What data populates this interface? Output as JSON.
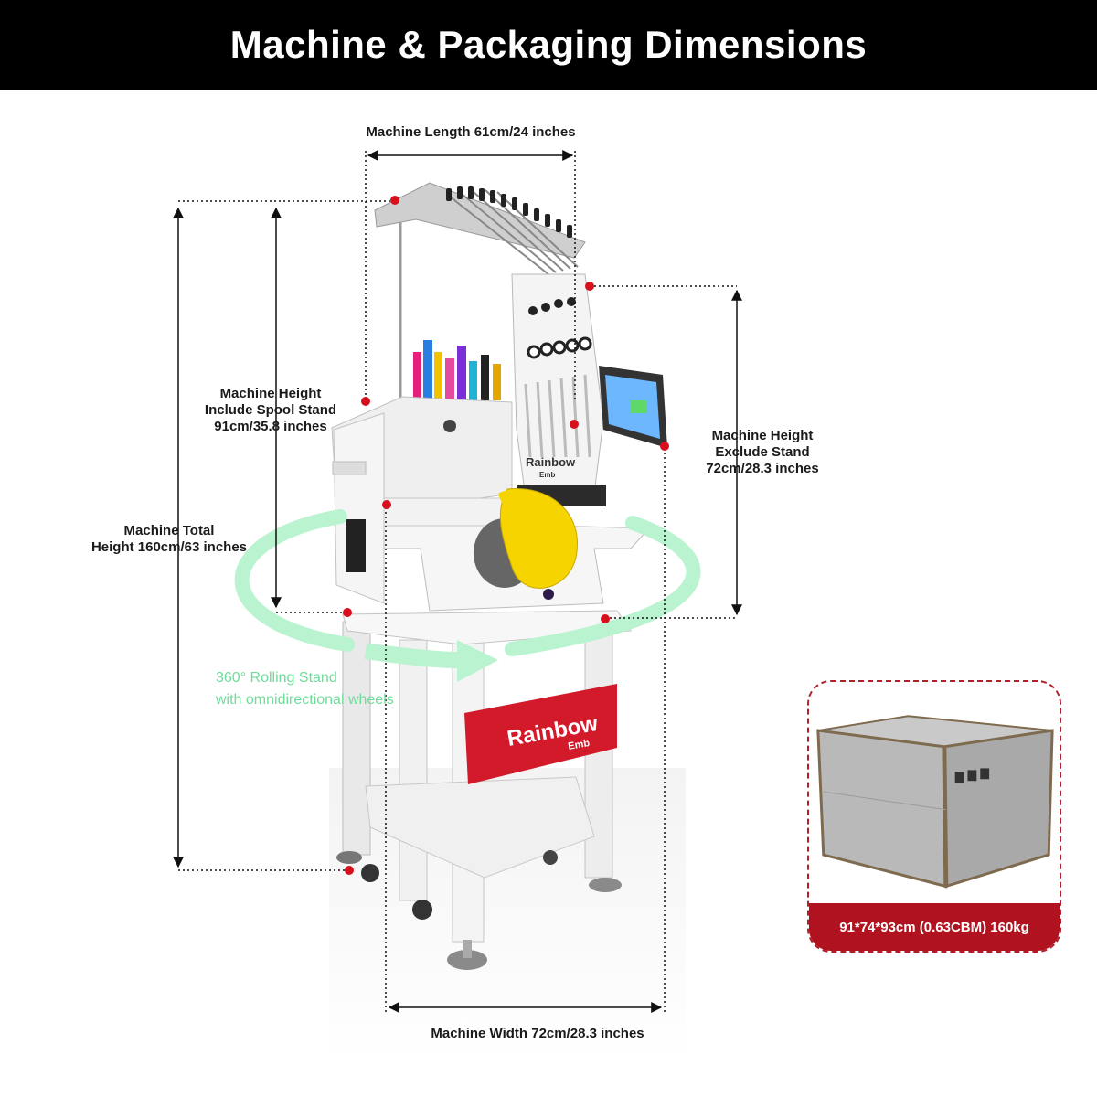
{
  "title": "Machine & Packaging Dimensions",
  "dimensions": {
    "length": "Machine Length 61cm/24 inches",
    "height_spool": [
      "Machine Height",
      "Include Spool Stand",
      "91cm/35.8 inches"
    ],
    "height_exclude": [
      "Machine Height",
      "Exclude Stand",
      "72cm/28.3 inches"
    ],
    "total_height": [
      "Machine Total",
      "Height 160cm/63 inches"
    ],
    "width": "Machine Width 72cm/28.3 inches"
  },
  "feature": {
    "line1": "360° Rolling Stand",
    "line2": "with omnidirectional wheels"
  },
  "brand": {
    "name": "Rainbow",
    "sub": "Emb"
  },
  "package": {
    "spec": "91*74*93cm (0.63CBM) 160kg"
  },
  "colors": {
    "banner": "#000000",
    "accent_red": "#b0131f",
    "ring_green": "#b9f3cf",
    "feature_text": "#6fdc9a",
    "marker": "#d8101e"
  }
}
